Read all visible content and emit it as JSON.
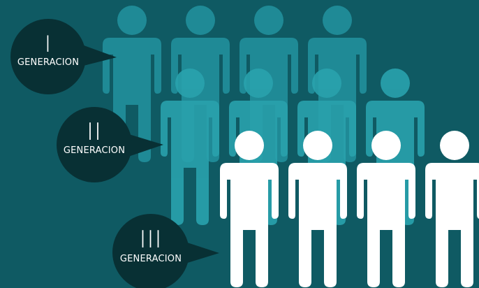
{
  "colors": {
    "background": "#0f5a63",
    "generation_1": "#1f8a96",
    "generation_2": "#29a2ad",
    "generation_3": "#ffffff",
    "bubble": "#083034"
  },
  "icon": "person-icon",
  "generations": [
    {
      "numeral": "I",
      "label": "GENERACION",
      "person_count": 4
    },
    {
      "numeral": "II",
      "label": "GENERACION",
      "person_count": 4
    },
    {
      "numeral": "III",
      "label": "GENERACION",
      "person_count": 4
    }
  ]
}
